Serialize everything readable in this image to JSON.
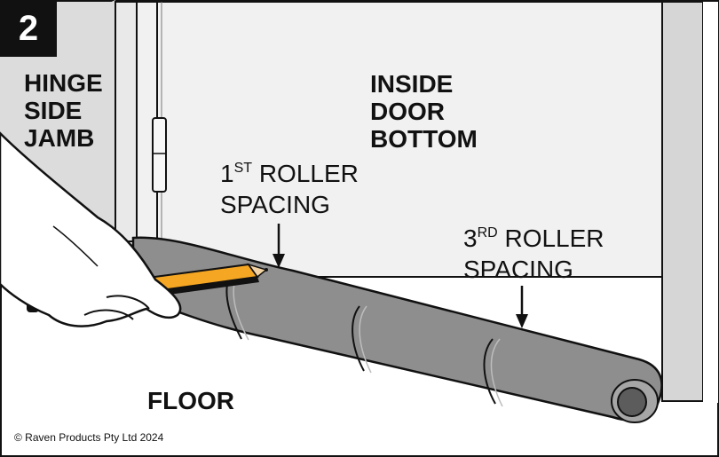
{
  "step_number": "2",
  "labels": {
    "hinge_side_jamb": [
      "HINGE",
      "SIDE",
      "JAMB"
    ],
    "inside_door_bottom": [
      "INSIDE",
      "DOOR",
      "BOTTOM"
    ],
    "floor": "FLOOR",
    "first_roller_spacing": {
      "ordinal": "1",
      "suffix": "ST",
      "word": "ROLLER",
      "line2": "SPACING"
    },
    "third_roller_spacing": {
      "ordinal": "3",
      "suffix": "RD",
      "word": "ROLLER",
      "line2": "SPACING"
    }
  },
  "copyright": "© Raven Products Pty Ltd 2024",
  "colors": {
    "jamb": "#d9d9d9",
    "door": "#f0f0f0",
    "roller": "#8c8c8c",
    "roller_dark": "#5c5c5c",
    "pencil_yellow": "#f5a623",
    "outline": "#111111"
  },
  "icons": [
    "hand-illustration",
    "pencil-illustration",
    "roller-illustration",
    "hinge-illustration"
  ]
}
